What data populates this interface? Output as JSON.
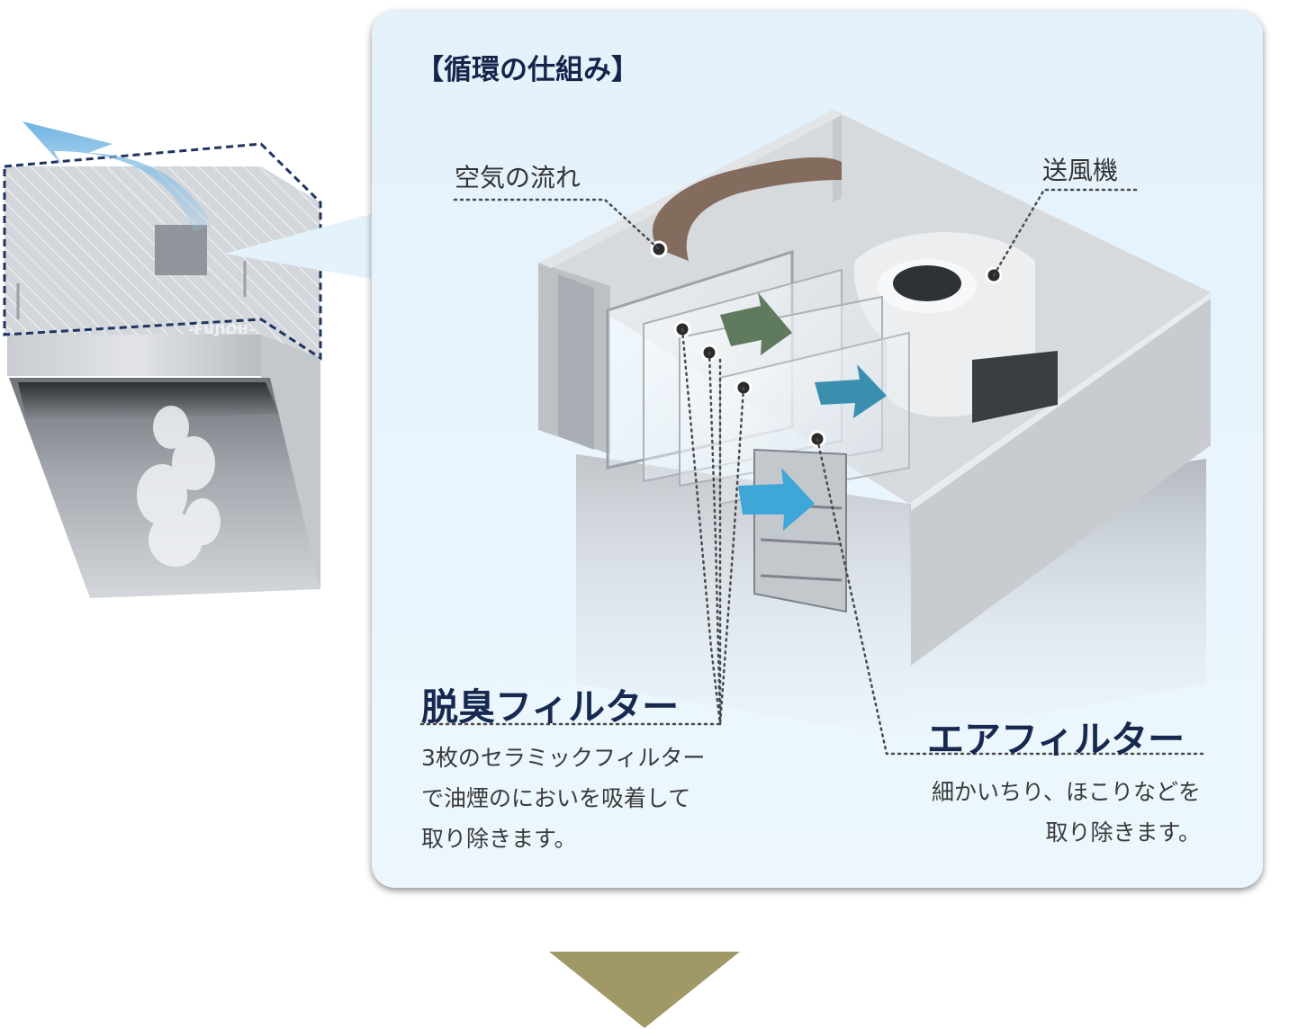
{
  "panel": {
    "title": "【循環の仕組み】"
  },
  "labels": {
    "air_flow": "空気の流れ",
    "blower": "送風機"
  },
  "deodorizing_filter": {
    "heading": "脱臭フィルター",
    "description": [
      "3枚のセラミックフィルター",
      "で油煙のにおいを吸着して",
      "取り除きます。"
    ]
  },
  "air_filter": {
    "heading": "エアフィルター",
    "description": [
      "細かいちり、ほこりなどを",
      "取り除きます。"
    ]
  },
  "hood": {
    "brand": "-FUJIOH-"
  },
  "colors": {
    "panel_bg": "#e6f3fc",
    "title": "#15254a",
    "heading": "#17294f",
    "air_path": "#7a5f50",
    "arrow_green": "#5f7a5d",
    "arrow_teal": "#3a8fae",
    "arrow_blue": "#3fa6d8",
    "dashed_outline": "#1f3560",
    "down_arrow": "#a09866"
  }
}
